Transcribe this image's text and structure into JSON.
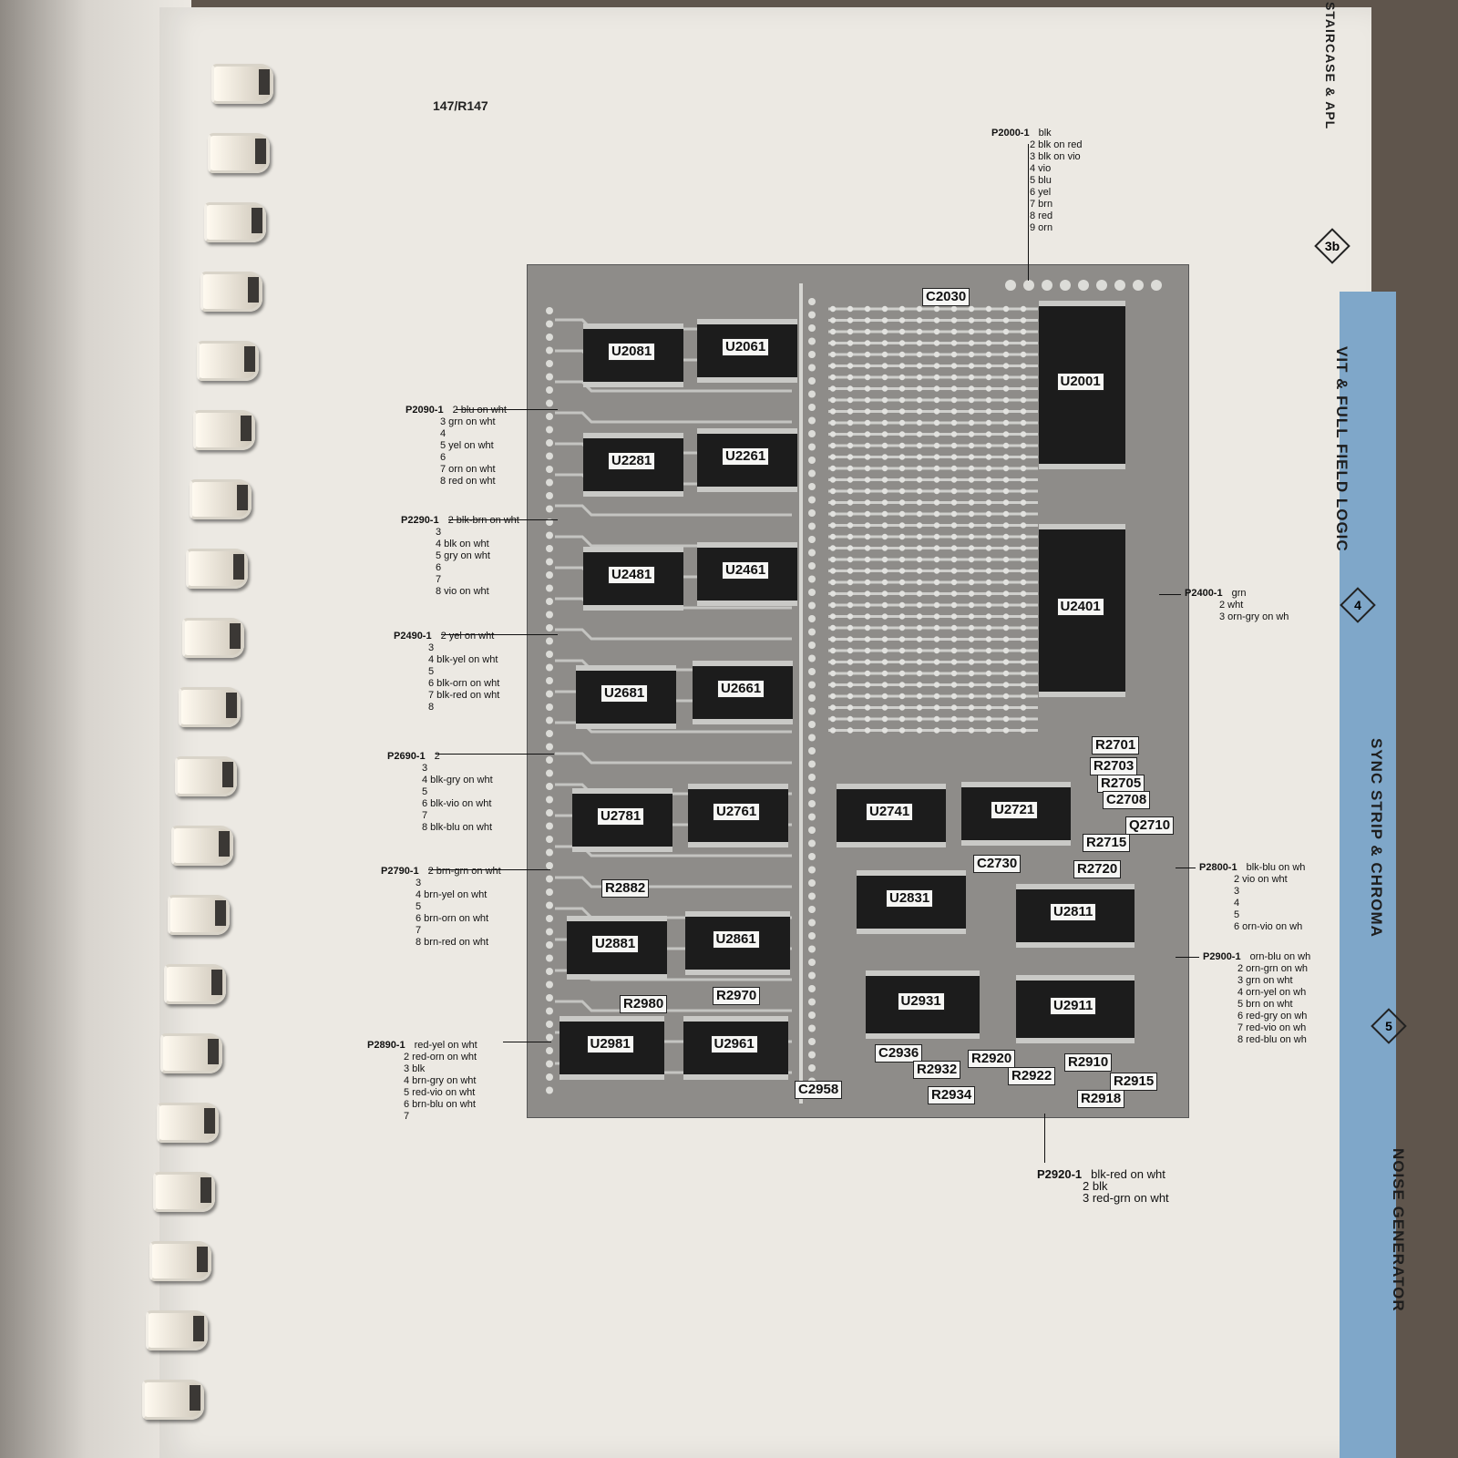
{
  "header": "147/R147",
  "tabs": [
    {
      "text": "STAIRCASE & APL",
      "num": "3b"
    },
    {
      "text": "VIT & FULL FIELD LOGIC",
      "num": "4"
    },
    {
      "text": "SYNC STRIP & CHROMA",
      "num": "5"
    },
    {
      "text": "NOISE GENERATOR",
      "num": ""
    }
  ],
  "chips": [
    {
      "id": "U2081"
    },
    {
      "id": "U2061"
    },
    {
      "id": "U2001"
    },
    {
      "id": "U2281"
    },
    {
      "id": "U2261"
    },
    {
      "id": "U2481"
    },
    {
      "id": "U2461"
    },
    {
      "id": "U2401"
    },
    {
      "id": "U2681"
    },
    {
      "id": "U2661"
    },
    {
      "id": "U2781"
    },
    {
      "id": "U2761"
    },
    {
      "id": "U2741"
    },
    {
      "id": "U2721"
    },
    {
      "id": "U2881"
    },
    {
      "id": "U2861"
    },
    {
      "id": "U2831"
    },
    {
      "id": "U2811"
    },
    {
      "id": "U2981"
    },
    {
      "id": "U2961"
    },
    {
      "id": "U2931"
    },
    {
      "id": "U2911"
    }
  ],
  "components": [
    "C2030",
    "R2701",
    "R2703",
    "R2705",
    "C2708",
    "Q2710",
    "R2715",
    "C2730",
    "R2720",
    "R2882",
    "R2980",
    "R2970",
    "C2936",
    "R2932",
    "R2920",
    "R2910",
    "R2922",
    "R2915",
    "R2934",
    "R2918",
    "C2958"
  ],
  "connectors": {
    "P2000": {
      "name": "P2000-1",
      "pins": [
        "blk",
        "2  blk on red",
        "3  blk on vio",
        "4  vio",
        "5  blu",
        "6  yel",
        "7  brn",
        "8  red",
        "9  orn"
      ]
    },
    "P2090": {
      "name": "P2090-1",
      "pins": [
        "2  blu on wht",
        "3  grn on wht",
        "4",
        "5  yel on wht",
        "6",
        "7  orn on wht",
        "8  red on wht"
      ]
    },
    "P2290": {
      "name": "P2290-1",
      "pins": [
        "2  blk-brn on wht",
        "3",
        "4  blk on wht",
        "5  gry on wht",
        "6",
        "7",
        "8  vio on wht"
      ]
    },
    "P2490": {
      "name": "P2490-1",
      "pins": [
        "2  yel on wht",
        "3",
        "4  blk-yel on wht",
        "5",
        "6  blk-orn on wht",
        "7  blk-red on wht",
        "8"
      ]
    },
    "P2690": {
      "name": "P2690-1",
      "pins": [
        "2",
        "3",
        "4  blk-gry on wht",
        "5",
        "6  blk-vio on wht",
        "7",
        "8  blk-blu on wht"
      ]
    },
    "P2790": {
      "name": "P2790-1",
      "pins": [
        "2  brn-grn on wht",
        "3",
        "4  brn-yel on wht",
        "5",
        "6  brn-orn on wht",
        "7",
        "8  brn-red on wht"
      ]
    },
    "P2890": {
      "name": "P2890-1",
      "pins": [
        "red-yel on wht",
        "2  red-orn on wht",
        "3  blk",
        "4  brn-gry on wht",
        "5  red-vio on wht",
        "6  brn-blu on wht",
        "7"
      ]
    },
    "P2400": {
      "name": "P2400-1",
      "pins": [
        "grn",
        "2  wht",
        "3  orn-gry on wh"
      ]
    },
    "P2800": {
      "name": "P2800-1",
      "pins": [
        "blk-blu on wh",
        "2  vio on wht",
        "3",
        "4",
        "5",
        "6  orn-vio on wh"
      ]
    },
    "P2900": {
      "name": "P2900-1",
      "pins": [
        "orn-blu on wh",
        "2  orn-grn on wh",
        "3  grn on wht",
        "4  orn-yel on wh",
        "5  brn on wht",
        "6  red-gry on wh",
        "7  red-vio on wh",
        "8  red-blu on wh"
      ]
    },
    "P2920": {
      "name": "P2920-1",
      "pins": [
        "blk-red on wht",
        "2  blk",
        "3  red-grn on wht"
      ]
    }
  }
}
